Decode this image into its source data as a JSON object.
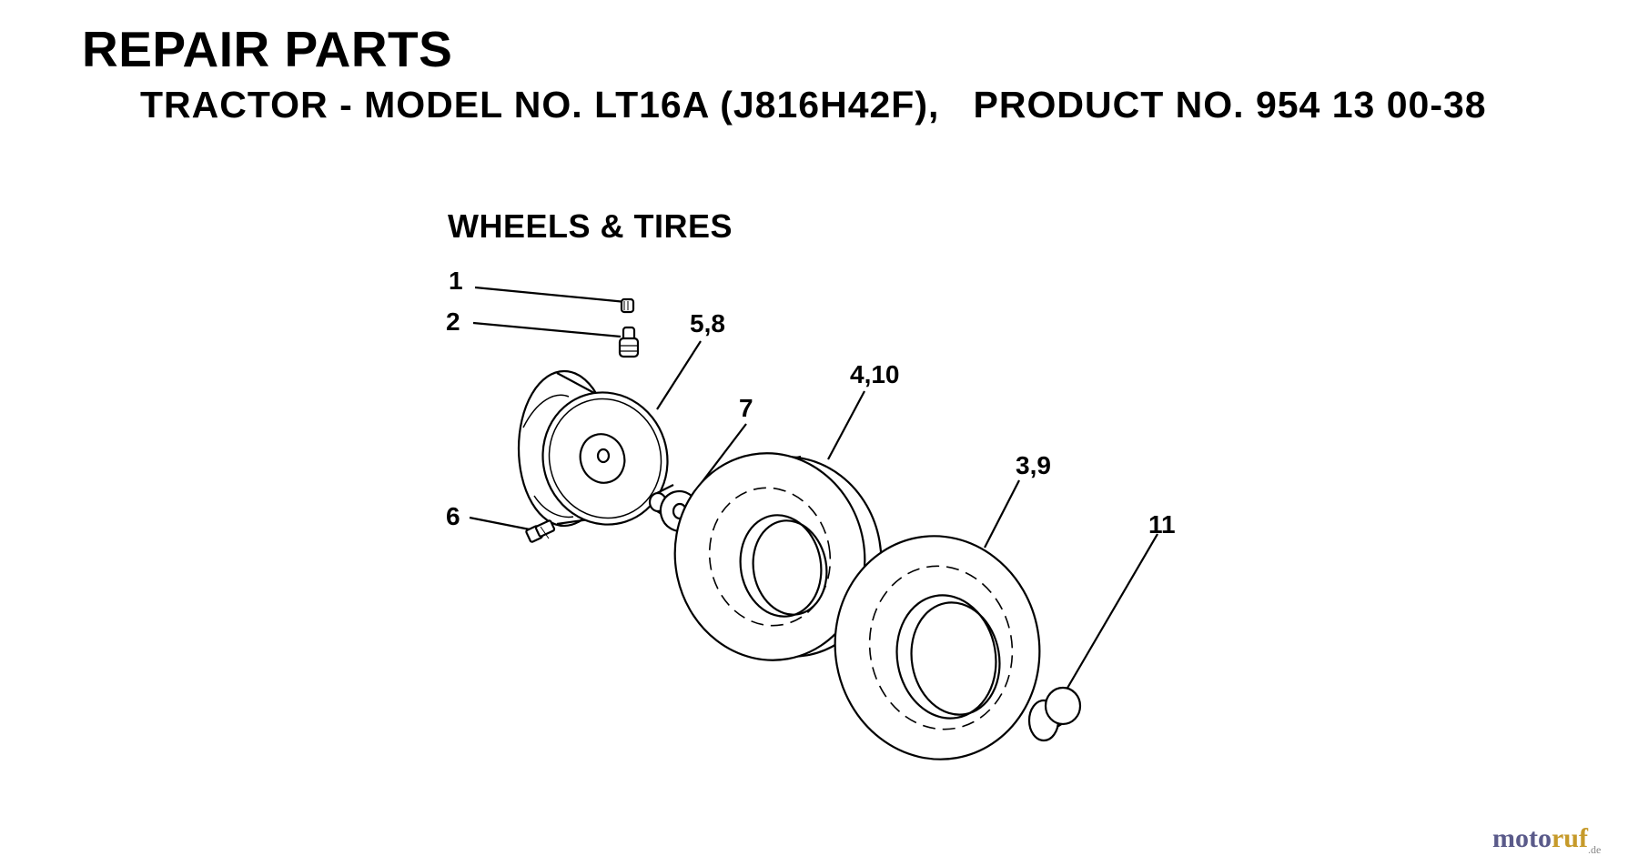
{
  "header": {
    "title": "REPAIR PARTS",
    "subtitle": "TRACTOR - MODEL NO. LT16A (J816H42F),   PRODUCT NO. 954 13 00-38"
  },
  "section_title": "WHEELS & TIRES",
  "callouts": {
    "c1": "1",
    "c2": "2",
    "c58": "5,8",
    "c410": "4,10",
    "c7": "7",
    "c39": "3,9",
    "c6": "6",
    "c11": "11"
  },
  "watermark": {
    "brand_part1": "moto",
    "brand_part2": "ruf",
    "suffix": ".de",
    "colors": {
      "part1": "#5a5a8a",
      "part2": "#c69a2a"
    }
  }
}
